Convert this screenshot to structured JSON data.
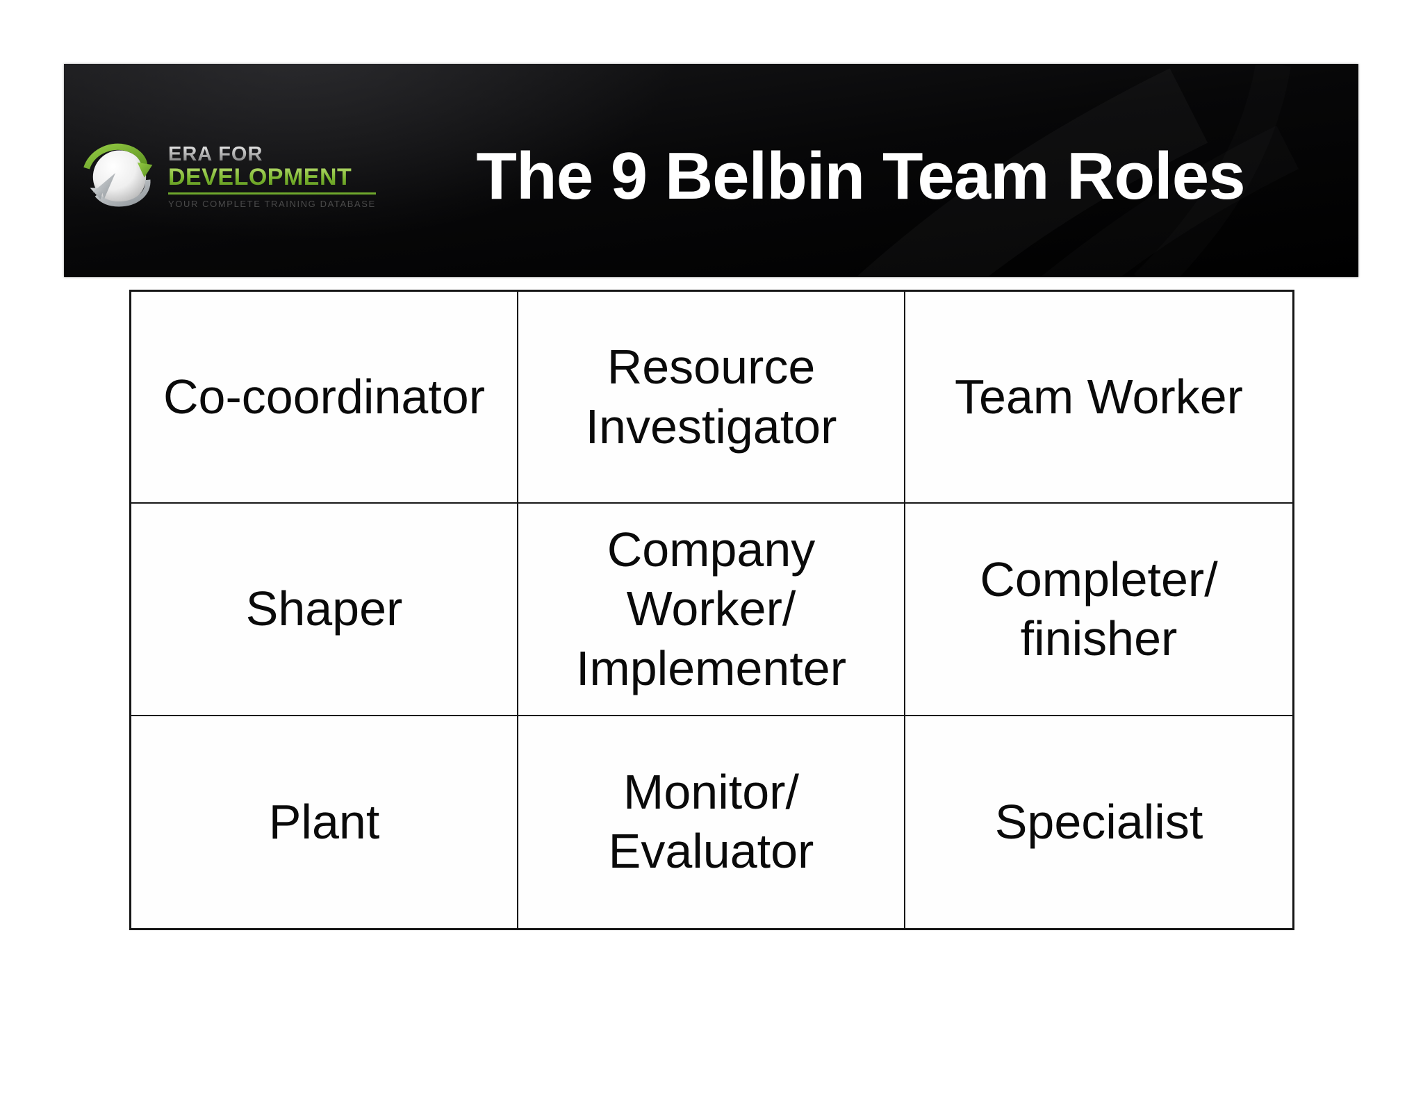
{
  "slide": {
    "title": "The 9 Belbin Team Roles"
  },
  "logo": {
    "name_line1": "ERA FOR",
    "name_line2": "DEVELOPMENT",
    "tagline": "YOUR COMPLETE TRAINING DATABASE"
  },
  "roles_table": {
    "rows": [
      {
        "cells": [
          "Co-coordinator",
          "Resource\nInvestigator",
          "Team Worker"
        ]
      },
      {
        "cells": [
          "Shaper",
          "Company\nWorker/\nImplementer",
          "Completer/\nfinisher"
        ]
      },
      {
        "cells": [
          "Plant",
          "Monitor/\nEvaluator",
          "Specialist"
        ]
      }
    ]
  },
  "colors": {
    "banner_background": "#0a0a0c",
    "title_text": "#ffffff",
    "logo_green": "#7ab62e",
    "logo_silver": "#c9c9c9",
    "tagline_grey": "#4a4a4a",
    "table_border": "#161616",
    "cell_background": "#fefefe",
    "cell_text": "#0a0a0a"
  }
}
